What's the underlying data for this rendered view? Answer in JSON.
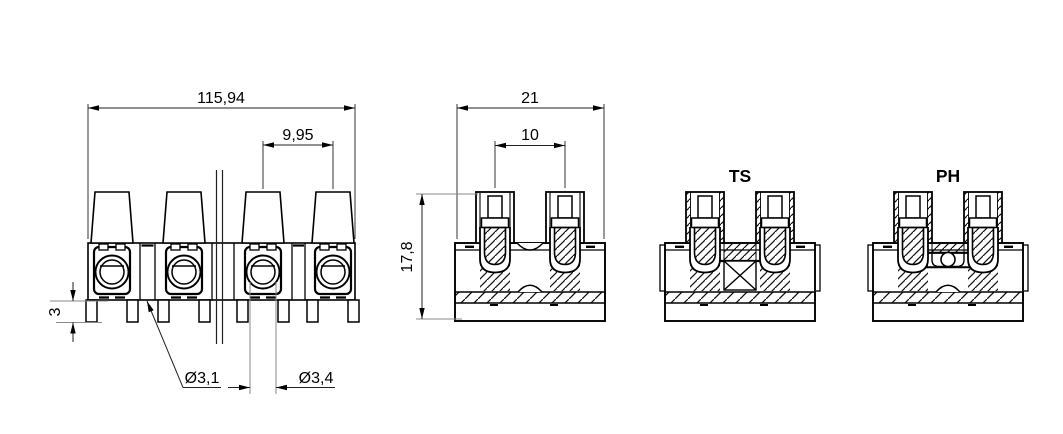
{
  "document": {
    "type": "technical-drawing",
    "subject": "terminal-block",
    "background": "#ffffff"
  },
  "colors": {
    "line": "#000000",
    "dimension_line": "#222222",
    "extension_line": "#8a8a8a"
  },
  "views": {
    "front": {
      "dims": {
        "overall_width": "115,94",
        "pole_pitch": "9,95",
        "pin_length": "3",
        "web_hole_dia": "Ø3,1",
        "pin_hole_dia": "Ø3,4"
      }
    },
    "section": {
      "dims": {
        "depth": "21",
        "screw_spacing": "10",
        "height": "17,8"
      }
    },
    "ts": {
      "label": "TS"
    },
    "ph": {
      "label": "PH"
    }
  }
}
